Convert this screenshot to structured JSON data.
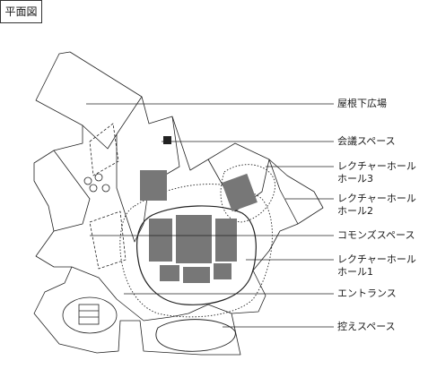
{
  "badge": "平面図",
  "labels": [
    {
      "id": "rooftop",
      "lines": [
        "屋根下広場"
      ]
    },
    {
      "id": "meeting",
      "lines": [
        "会議スペース"
      ]
    },
    {
      "id": "hall3",
      "lines": [
        "レクチャーホール",
        "ホール3"
      ]
    },
    {
      "id": "hall2",
      "lines": [
        "レクチャーホール",
        "ホール2"
      ]
    },
    {
      "id": "commons",
      "lines": [
        "コモンズスペース"
      ]
    },
    {
      "id": "hall1",
      "lines": [
        "レクチャーホール",
        "ホール1"
      ]
    },
    {
      "id": "entrance",
      "lines": [
        "エントランス"
      ]
    },
    {
      "id": "waiting",
      "lines": [
        "控えスペース"
      ]
    }
  ]
}
